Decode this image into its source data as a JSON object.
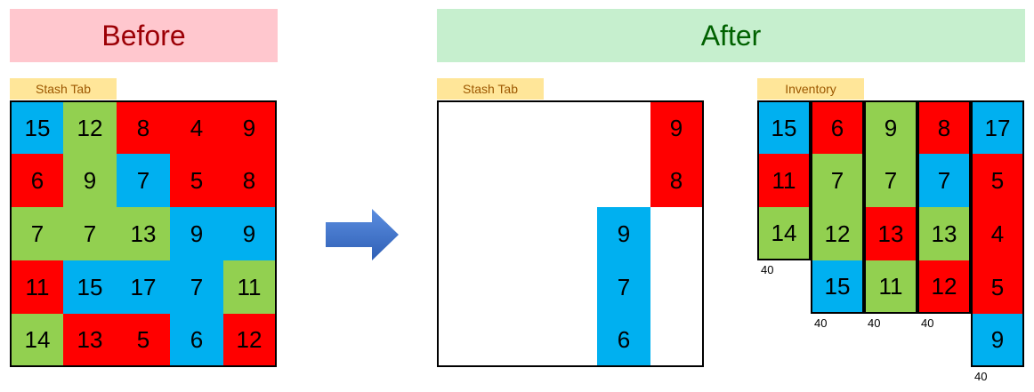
{
  "colors": {
    "blue": "#00b0f0",
    "green": "#92d050",
    "red": "#ff0000"
  },
  "banners": {
    "before": "Before",
    "after": "After"
  },
  "labels": {
    "stash_before": "Stash Tab",
    "stash_after": "Stash Tab",
    "inventory": "Inventory"
  },
  "before_grid": [
    [
      {
        "v": "15",
        "c": "blue"
      },
      {
        "v": "12",
        "c": "green"
      },
      {
        "v": "8",
        "c": "red"
      },
      {
        "v": "4",
        "c": "red"
      },
      {
        "v": "9",
        "c": "red"
      }
    ],
    [
      {
        "v": "6",
        "c": "red"
      },
      {
        "v": "9",
        "c": "green"
      },
      {
        "v": "7",
        "c": "blue"
      },
      {
        "v": "5",
        "c": "red"
      },
      {
        "v": "8",
        "c": "red"
      }
    ],
    [
      {
        "v": "7",
        "c": "green"
      },
      {
        "v": "7",
        "c": "green"
      },
      {
        "v": "13",
        "c": "green"
      },
      {
        "v": "9",
        "c": "blue"
      },
      {
        "v": "9",
        "c": "blue"
      }
    ],
    [
      {
        "v": "11",
        "c": "red"
      },
      {
        "v": "15",
        "c": "blue"
      },
      {
        "v": "17",
        "c": "blue"
      },
      {
        "v": "7",
        "c": "blue"
      },
      {
        "v": "11",
        "c": "green"
      }
    ],
    [
      {
        "v": "14",
        "c": "green"
      },
      {
        "v": "13",
        "c": "red"
      },
      {
        "v": "5",
        "c": "red"
      },
      {
        "v": "6",
        "c": "blue"
      },
      {
        "v": "12",
        "c": "red"
      }
    ]
  ],
  "after_stash": [
    {
      "v": "9",
      "c": "red",
      "row": 0,
      "col": 4
    },
    {
      "v": "8",
      "c": "red",
      "row": 1,
      "col": 4
    },
    {
      "v": "9",
      "c": "blue",
      "row": 2,
      "col": 3
    },
    {
      "v": "7",
      "c": "blue",
      "row": 3,
      "col": 3
    },
    {
      "v": "6",
      "c": "blue",
      "row": 4,
      "col": 3
    }
  ],
  "inventory_columns": [
    {
      "start_row": 0,
      "weight": "40",
      "cells": [
        {
          "v": "15",
          "c": "blue"
        },
        {
          "v": "11",
          "c": "red"
        },
        {
          "v": "14",
          "c": "green"
        }
      ]
    },
    {
      "start_row": 0,
      "weight": "40",
      "cells": [
        {
          "v": "6",
          "c": "red"
        },
        {
          "v": "7",
          "c": "green"
        },
        {
          "v": "12",
          "c": "green"
        },
        {
          "v": "15",
          "c": "blue"
        }
      ]
    },
    {
      "start_row": 0,
      "weight": "40",
      "cells": [
        {
          "v": "9",
          "c": "green"
        },
        {
          "v": "7",
          "c": "green"
        },
        {
          "v": "13",
          "c": "red"
        },
        {
          "v": "11",
          "c": "green"
        }
      ]
    },
    {
      "start_row": 0,
      "weight": "40",
      "cells": [
        {
          "v": "8",
          "c": "red"
        },
        {
          "v": "7",
          "c": "blue"
        },
        {
          "v": "13",
          "c": "green"
        },
        {
          "v": "12",
          "c": "red"
        }
      ]
    },
    {
      "start_row": 0,
      "weight": "40",
      "cells": [
        {
          "v": "17",
          "c": "blue"
        },
        {
          "v": "5",
          "c": "red"
        },
        {
          "v": "4",
          "c": "red"
        },
        {
          "v": "5",
          "c": "red"
        },
        {
          "v": "9",
          "c": "blue"
        }
      ]
    }
  ]
}
